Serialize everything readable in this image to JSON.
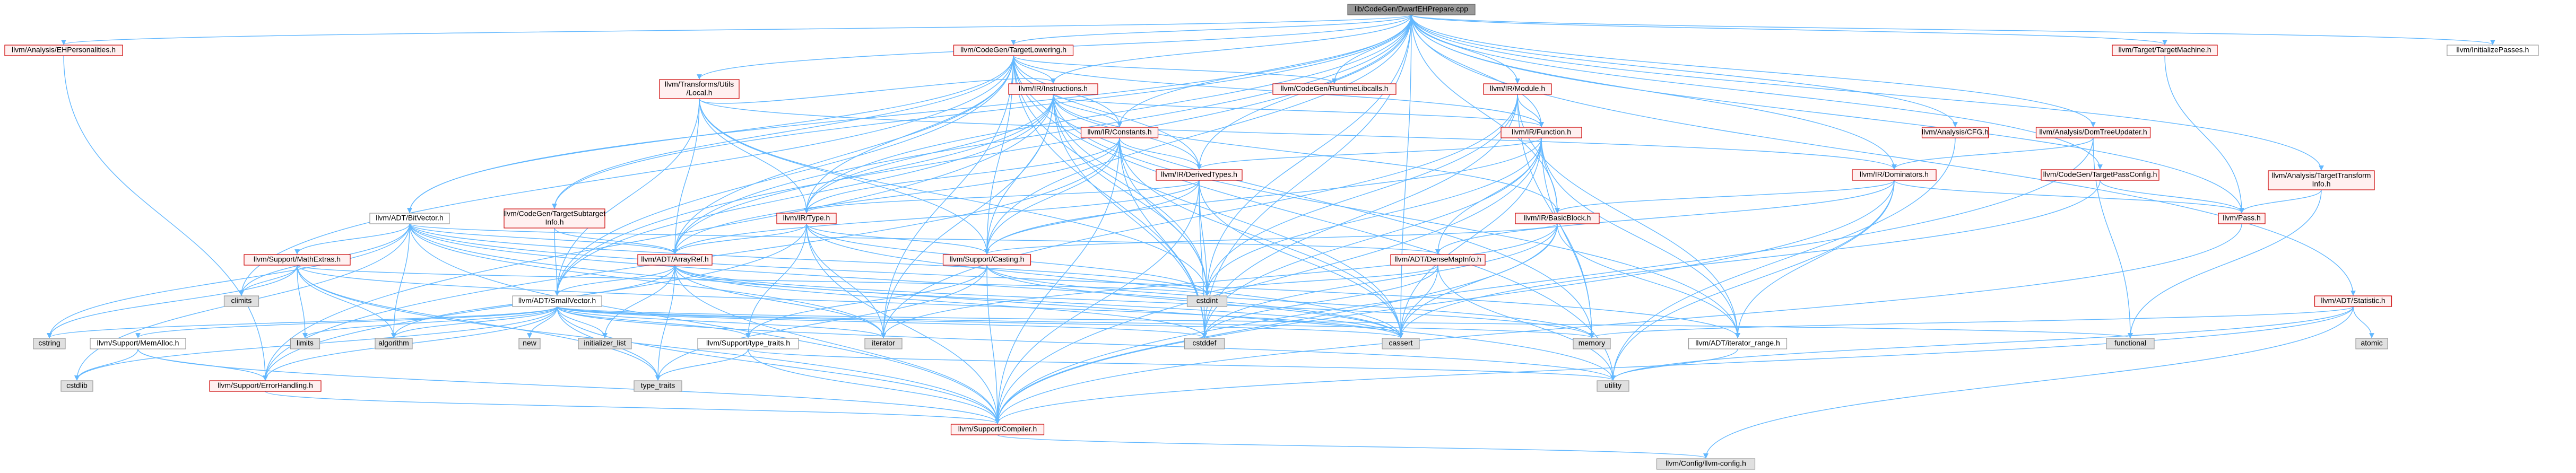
{
  "nodes": [
    {
      "id": "root",
      "lines": [
        "lib/CodeGen/DwarfEHPrepare.cpp"
      ],
      "style": "root"
    },
    {
      "id": "ehpers",
      "lines": [
        "llvm/Analysis/EHPersonalities.h"
      ],
      "style": "red"
    },
    {
      "id": "cgtl",
      "lines": [
        "llvm/CodeGen/TargetLowering.h"
      ],
      "style": "red"
    },
    {
      "id": "ttm",
      "lines": [
        "llvm/Target/TargetMachine.h"
      ],
      "style": "red"
    },
    {
      "id": "initp",
      "lines": [
        "llvm/InitializePasses.h"
      ],
      "style": "white"
    },
    {
      "id": "trlocal",
      "lines": [
        "llvm/Transforms/Utils",
        "/Local.h"
      ],
      "style": "red"
    },
    {
      "id": "instr",
      "lines": [
        "llvm/IR/Instructions.h"
      ],
      "style": "red"
    },
    {
      "id": "rtlib",
      "lines": [
        "llvm/CodeGen/RuntimeLibcalls.h"
      ],
      "style": "red"
    },
    {
      "id": "module",
      "lines": [
        "llvm/IR/Module.h"
      ],
      "style": "red"
    },
    {
      "id": "cfg",
      "lines": [
        "llvm/Analysis/CFG.h"
      ],
      "style": "red"
    },
    {
      "id": "dtu",
      "lines": [
        "llvm/Analysis/DomTreeUpdater.h"
      ],
      "style": "red"
    },
    {
      "id": "constants",
      "lines": [
        "llvm/IR/Constants.h"
      ],
      "style": "red"
    },
    {
      "id": "function",
      "lines": [
        "llvm/IR/Function.h"
      ],
      "style": "red"
    },
    {
      "id": "derived",
      "lines": [
        "llvm/IR/DerivedTypes.h"
      ],
      "style": "red"
    },
    {
      "id": "dominators",
      "lines": [
        "llvm/IR/Dominators.h"
      ],
      "style": "red"
    },
    {
      "id": "tpc",
      "lines": [
        "llvm/CodeGen/TargetPassConfig.h"
      ],
      "style": "red"
    },
    {
      "id": "tti",
      "lines": [
        "llvm/Analysis/TargetTransform",
        "Info.h"
      ],
      "style": "red"
    },
    {
      "id": "pass",
      "lines": [
        "llvm/Pass.h"
      ],
      "style": "red"
    },
    {
      "id": "bitvector",
      "lines": [
        "llvm/ADT/BitVector.h"
      ],
      "style": "white"
    },
    {
      "id": "tsi",
      "lines": [
        "llvm/CodeGen/TargetSubtarget",
        "Info.h"
      ],
      "style": "red"
    },
    {
      "id": "irtype",
      "lines": [
        "llvm/IR/Type.h"
      ],
      "style": "red"
    },
    {
      "id": "bb",
      "lines": [
        "llvm/IR/BasicBlock.h"
      ],
      "style": "red"
    },
    {
      "id": "mathextras",
      "lines": [
        "llvm/Support/MathExtras.h"
      ],
      "style": "red"
    },
    {
      "id": "arrayref",
      "lines": [
        "llvm/ADT/ArrayRef.h"
      ],
      "style": "red"
    },
    {
      "id": "casting",
      "lines": [
        "llvm/Support/Casting.h"
      ],
      "style": "red"
    },
    {
      "id": "densemapinfo",
      "lines": [
        "llvm/ADT/DenseMapInfo.h"
      ],
      "style": "red"
    },
    {
      "id": "statistic",
      "lines": [
        "llvm/ADT/Statistic.h"
      ],
      "style": "red"
    },
    {
      "id": "climits",
      "lines": [
        "climits"
      ],
      "style": "gray"
    },
    {
      "id": "cstdint",
      "lines": [
        "cstdint"
      ],
      "style": "gray"
    },
    {
      "id": "smallvector",
      "lines": [
        "llvm/ADT/SmallVector.h"
      ],
      "style": "white"
    },
    {
      "id": "cstring",
      "lines": [
        "cstring"
      ],
      "style": "gray"
    },
    {
      "id": "limits",
      "lines": [
        "limits"
      ],
      "style": "gray"
    },
    {
      "id": "algorithm",
      "lines": [
        "algorithm"
      ],
      "style": "gray"
    },
    {
      "id": "new",
      "lines": [
        "new"
      ],
      "style": "gray"
    },
    {
      "id": "initlist",
      "lines": [
        "initializer_list"
      ],
      "style": "gray"
    },
    {
      "id": "iterator",
      "lines": [
        "iterator"
      ],
      "style": "gray"
    },
    {
      "id": "cstddef",
      "lines": [
        "cstddef"
      ],
      "style": "gray"
    },
    {
      "id": "cassert",
      "lines": [
        "cassert"
      ],
      "style": "gray"
    },
    {
      "id": "memory",
      "lines": [
        "memory"
      ],
      "style": "gray"
    },
    {
      "id": "iterrange",
      "lines": [
        "llvm/ADT/iterator_range.h"
      ],
      "style": "white"
    },
    {
      "id": "functional",
      "lines": [
        "functional"
      ],
      "style": "gray"
    },
    {
      "id": "atomic",
      "lines": [
        "atomic"
      ],
      "style": "gray"
    },
    {
      "id": "memalloc",
      "lines": [
        "llvm/Support/MemAlloc.h"
      ],
      "style": "white"
    },
    {
      "id": "typetraitsh",
      "lines": [
        "llvm/Support/type_traits.h"
      ],
      "style": "white"
    },
    {
      "id": "cstdlib",
      "lines": [
        "cstdlib"
      ],
      "style": "gray"
    },
    {
      "id": "errh",
      "lines": [
        "llvm/Support/ErrorHandling.h"
      ],
      "style": "red"
    },
    {
      "id": "typetraits",
      "lines": [
        "type_traits"
      ],
      "style": "gray"
    },
    {
      "id": "utility",
      "lines": [
        "utility"
      ],
      "style": "gray"
    },
    {
      "id": "compiler",
      "lines": [
        "llvm/Support/Compiler.h"
      ],
      "style": "red"
    },
    {
      "id": "llvmconfig",
      "lines": [
        "llvm/Config/llvm-config.h"
      ],
      "style": "gray"
    }
  ],
  "edges": [
    [
      "root",
      "ehpers"
    ],
    [
      "root",
      "cgtl"
    ],
    [
      "root",
      "ttm"
    ],
    [
      "root",
      "initp"
    ],
    [
      "root",
      "trlocal"
    ],
    [
      "root",
      "instr"
    ],
    [
      "root",
      "rtlib"
    ],
    [
      "root",
      "module"
    ],
    [
      "root",
      "cfg"
    ],
    [
      "root",
      "dtu"
    ],
    [
      "root",
      "constants"
    ],
    [
      "root",
      "function"
    ],
    [
      "root",
      "derived"
    ],
    [
      "root",
      "dominators"
    ],
    [
      "root",
      "tpc"
    ],
    [
      "root",
      "tti"
    ],
    [
      "root",
      "pass"
    ],
    [
      "root",
      "bitvector"
    ],
    [
      "root",
      "tsi"
    ],
    [
      "root",
      "irtype"
    ],
    [
      "root",
      "bb"
    ],
    [
      "root",
      "arrayref"
    ],
    [
      "root",
      "casting"
    ],
    [
      "root",
      "statistic"
    ],
    [
      "root",
      "smallvector"
    ],
    [
      "root",
      "cstddef"
    ],
    [
      "root",
      "cstdint"
    ],
    [
      "root",
      "cassert"
    ],
    [
      "ehpers",
      "errh"
    ],
    [
      "cgtl",
      "rtlib"
    ],
    [
      "cgtl",
      "instr"
    ],
    [
      "cgtl",
      "irtype"
    ],
    [
      "cgtl",
      "casting"
    ],
    [
      "cgtl",
      "arrayref"
    ],
    [
      "cgtl",
      "derived"
    ],
    [
      "cgtl",
      "function"
    ],
    [
      "cgtl",
      "constants"
    ],
    [
      "cgtl",
      "smallvector"
    ],
    [
      "cgtl",
      "bitvector"
    ],
    [
      "cgtl",
      "tsi"
    ],
    [
      "cgtl",
      "climits"
    ],
    [
      "cgtl",
      "cstdint"
    ],
    [
      "cgtl",
      "iterator"
    ],
    [
      "cgtl",
      "cstddef"
    ],
    [
      "cgtl",
      "memory"
    ],
    [
      "cgtl",
      "utility"
    ],
    [
      "ttm",
      "pass"
    ],
    [
      "trlocal",
      "instr"
    ],
    [
      "trlocal",
      "irtype"
    ],
    [
      "trlocal",
      "arrayref"
    ],
    [
      "trlocal",
      "smallvector"
    ],
    [
      "trlocal",
      "casting"
    ],
    [
      "trlocal",
      "dominators"
    ],
    [
      "trlocal",
      "cstdint"
    ],
    [
      "instr",
      "constants"
    ],
    [
      "instr",
      "derived"
    ],
    [
      "instr",
      "function"
    ],
    [
      "instr",
      "bb"
    ],
    [
      "instr",
      "irtype"
    ],
    [
      "instr",
      "casting"
    ],
    [
      "instr",
      "arrayref"
    ],
    [
      "instr",
      "smallvector"
    ],
    [
      "instr",
      "iterrange"
    ],
    [
      "instr",
      "errh"
    ],
    [
      "instr",
      "cassert"
    ],
    [
      "instr",
      "cstddef"
    ],
    [
      "instr",
      "cstdint"
    ],
    [
      "instr",
      "iterator"
    ],
    [
      "module",
      "function"
    ],
    [
      "module",
      "cstddef"
    ],
    [
      "module",
      "cstdint"
    ],
    [
      "module",
      "iterator"
    ],
    [
      "module",
      "memory"
    ],
    [
      "module",
      "iterrange"
    ],
    [
      "cfg",
      "utility"
    ],
    [
      "dtu",
      "dominators"
    ],
    [
      "dtu",
      "functional"
    ],
    [
      "dtu",
      "compiler"
    ],
    [
      "constants",
      "derived"
    ],
    [
      "constants",
      "irtype"
    ],
    [
      "constants",
      "casting"
    ],
    [
      "constants",
      "arrayref"
    ],
    [
      "constants",
      "compiler"
    ],
    [
      "constants",
      "errh"
    ],
    [
      "constants",
      "cassert"
    ],
    [
      "constants",
      "cstddef"
    ],
    [
      "constants",
      "cstdint"
    ],
    [
      "constants",
      "optional_none"
    ],
    [
      "function",
      "bb"
    ],
    [
      "function",
      "derived"
    ],
    [
      "function",
      "casting"
    ],
    [
      "function",
      "iterrange"
    ],
    [
      "function",
      "compiler"
    ],
    [
      "function",
      "cassert"
    ],
    [
      "function",
      "cstddef"
    ],
    [
      "function",
      "cstdint"
    ],
    [
      "function",
      "memory"
    ],
    [
      "function",
      "densemapinfo"
    ],
    [
      "derived",
      "irtype"
    ],
    [
      "derived",
      "arrayref"
    ],
    [
      "derived",
      "casting"
    ],
    [
      "derived",
      "compiler"
    ],
    [
      "derived",
      "cassert"
    ],
    [
      "derived",
      "cstddef"
    ],
    [
      "derived",
      "cstdint"
    ],
    [
      "dominators",
      "bb"
    ],
    [
      "dominators",
      "pass"
    ],
    [
      "dominators",
      "densemapinfo"
    ],
    [
      "dominators",
      "iterrange"
    ],
    [
      "dominators",
      "compiler"
    ],
    [
      "dominators",
      "utility"
    ],
    [
      "tpc",
      "pass"
    ],
    [
      "tpc",
      "cassert"
    ],
    [
      "tti",
      "pass"
    ],
    [
      "tti",
      "functional"
    ],
    [
      "pass",
      "compiler"
    ],
    [
      "bitvector",
      "arrayref"
    ],
    [
      "bitvector",
      "densemapinfo"
    ],
    [
      "bitvector",
      "iterrange"
    ],
    [
      "bitvector",
      "mathextras"
    ],
    [
      "bitvector",
      "compiler"
    ],
    [
      "bitvector",
      "algorithm"
    ],
    [
      "bitvector",
      "cassert"
    ],
    [
      "bitvector",
      "climits"
    ],
    [
      "bitvector",
      "cstdint"
    ],
    [
      "bitvector",
      "cstdlib"
    ],
    [
      "bitvector",
      "cstring"
    ],
    [
      "bitvector",
      "iterator"
    ],
    [
      "bitvector",
      "utility"
    ],
    [
      "tsi",
      "arrayref"
    ],
    [
      "tsi",
      "smallvector"
    ],
    [
      "irtype",
      "arrayref"
    ],
    [
      "irtype",
      "casting"
    ],
    [
      "irtype",
      "compiler"
    ],
    [
      "irtype",
      "errh"
    ],
    [
      "irtype",
      "typetraitsh"
    ],
    [
      "irtype",
      "cassert"
    ],
    [
      "irtype",
      "cstdint"
    ],
    [
      "irtype",
      "iterator"
    ],
    [
      "bb",
      "casting"
    ],
    [
      "bb",
      "iterrange"
    ],
    [
      "bb",
      "compiler"
    ],
    [
      "bb",
      "cassert"
    ],
    [
      "bb",
      "cstddef"
    ],
    [
      "bb",
      "iterator"
    ],
    [
      "mathextras",
      "compiler"
    ],
    [
      "mathextras",
      "algorithm"
    ],
    [
      "mathextras",
      "cassert"
    ],
    [
      "mathextras",
      "climits"
    ],
    [
      "mathextras",
      "cstdint"
    ],
    [
      "mathextras",
      "cstring"
    ],
    [
      "mathextras",
      "limits"
    ],
    [
      "mathextras",
      "typetraits"
    ],
    [
      "arrayref",
      "smallvector"
    ],
    [
      "arrayref",
      "compiler"
    ],
    [
      "arrayref",
      "algorithm"
    ],
    [
      "arrayref",
      "cassert"
    ],
    [
      "arrayref",
      "cstddef"
    ],
    [
      "arrayref",
      "initlist"
    ],
    [
      "arrayref",
      "iterator"
    ],
    [
      "arrayref",
      "memory"
    ],
    [
      "arrayref",
      "typetraits"
    ],
    [
      "casting",
      "compiler"
    ],
    [
      "casting",
      "typetraitsh"
    ],
    [
      "casting",
      "cassert"
    ],
    [
      "casting",
      "memory"
    ],
    [
      "casting",
      "typetraits"
    ],
    [
      "densemapinfo",
      "cassert"
    ],
    [
      "densemapinfo",
      "cstddef"
    ],
    [
      "densemapinfo",
      "cstdint"
    ],
    [
      "densemapinfo",
      "utility"
    ],
    [
      "statistic",
      "compiler"
    ],
    [
      "statistic",
      "llvmconfig"
    ],
    [
      "statistic",
      "atomic"
    ],
    [
      "statistic",
      "memory"
    ],
    [
      "statistic",
      "utility"
    ],
    [
      "smallvector",
      "compiler"
    ],
    [
      "smallvector",
      "typetraitsh"
    ],
    [
      "smallvector",
      "memalloc"
    ],
    [
      "smallvector",
      "errh"
    ],
    [
      "smallvector",
      "algorithm"
    ],
    [
      "smallvector",
      "cassert"
    ],
    [
      "smallvector",
      "cstddef"
    ],
    [
      "smallvector",
      "cstdlib"
    ],
    [
      "smallvector",
      "cstring"
    ],
    [
      "smallvector",
      "functional"
    ],
    [
      "smallvector",
      "initlist"
    ],
    [
      "smallvector",
      "iterator"
    ],
    [
      "smallvector",
      "limits"
    ],
    [
      "smallvector",
      "memory"
    ],
    [
      "smallvector",
      "new"
    ],
    [
      "smallvector",
      "typetraits"
    ],
    [
      "smallvector",
      "utility"
    ],
    [
      "memalloc",
      "compiler"
    ],
    [
      "memalloc",
      "errh"
    ],
    [
      "memalloc",
      "cstdlib"
    ],
    [
      "typetraitsh",
      "compiler"
    ],
    [
      "typetraitsh",
      "typetraits"
    ],
    [
      "typetraitsh",
      "utility"
    ],
    [
      "errh",
      "compiler"
    ],
    [
      "iterrange",
      "utility"
    ],
    [
      "compiler",
      "llvmconfig"
    ]
  ]
}
